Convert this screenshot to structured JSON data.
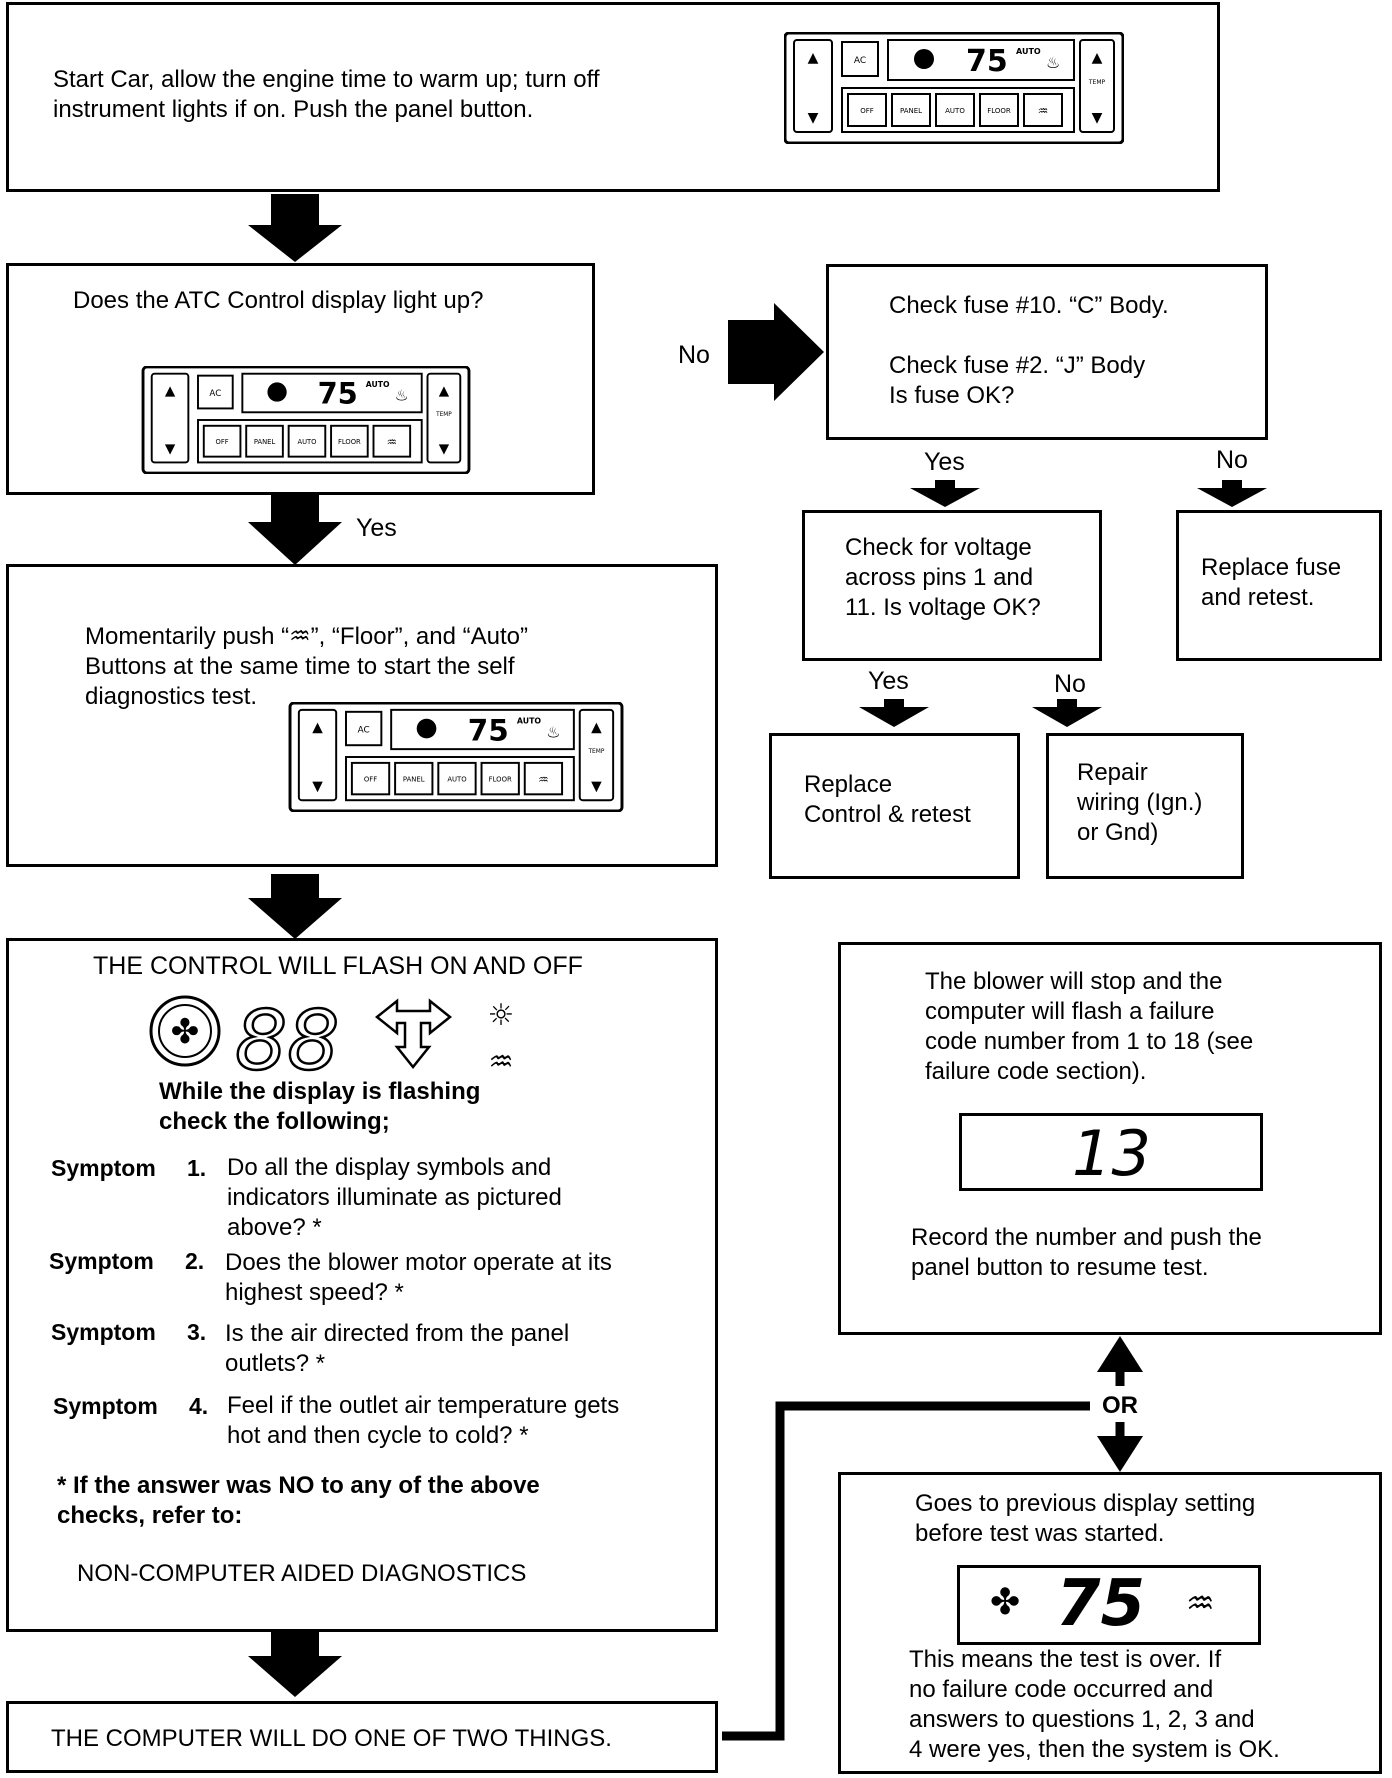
{
  "step1": {
    "text": "Start Car, allow the engine time to warm up; turn off\ninstrument lights if on. Push the panel button."
  },
  "step2": {
    "text": "Does the ATC Control display light up?"
  },
  "step3": {
    "text_pre": "Momentarily push “",
    "text_post": "”, “Floor”, and “Auto”\nButtons at the same time to start the self\ndiagnostics test."
  },
  "step4": {
    "title": "THE CONTROL WILL FLASH ON AND OFF",
    "subtitle": "While the display is flashing\ncheck the following;",
    "symptoms": [
      {
        "label": "Symptom",
        "num": "1.",
        "question": "Do all the display symbols and\nindicators illuminate as pictured\nabove? *"
      },
      {
        "label": "Symptom",
        "num": "2.",
        "question": "Does the blower motor operate at its\nhighest speed? *"
      },
      {
        "label": "Symptom",
        "num": "3.",
        "question": "Is the air directed from the panel\noutlets? *"
      },
      {
        "label": "Symptom",
        "num": "4.",
        "question": "Feel if the outlet air temperature gets\nhot and then cycle to cold? *"
      }
    ],
    "note": "* If the answer was NO to any of the above\n  checks, refer to:",
    "reference": "NON-COMPUTER AIDED DIAGNOSTICS",
    "display_digits": "88"
  },
  "step5": {
    "text": "THE COMPUTER WILL DO ONE OF TWO THINGS."
  },
  "fuse": {
    "text": "Check fuse #10. “C” Body.\n\nCheck fuse #2. “J” Body\nIs fuse OK?"
  },
  "voltage": {
    "text": "Check for voltage\nacross pins 1 and\n11. Is voltage OK?"
  },
  "replace_fuse": {
    "text": "Replace fuse\nand retest."
  },
  "replace_control": {
    "text": "Replace\nControl & retest"
  },
  "repair": {
    "text": "Repair\nwiring (Ign.)\nor Gnd)"
  },
  "blower": {
    "text": "The blower will stop and the\ncomputer will flash a failure\ncode number from 1 to 18 (see\nfailure code section).",
    "code": "13",
    "record": "Record the number and push the\npanel button to resume test."
  },
  "previous": {
    "text": "Goes to previous display setting\nbefore test was started.",
    "temp": "75",
    "done": "This means the test is over. If\nno failure code occurred and\nanswers to questions 1, 2, 3 and\n4 were yes, then the system is OK."
  },
  "labels": {
    "no": "No",
    "yes": "Yes",
    "or": "OR"
  },
  "control_panel": {
    "ac": "AC",
    "temp_display": "75",
    "auto": "AUTO",
    "temp_label": "TEMP",
    "buttons": [
      "OFF",
      "PANEL",
      "AUTO",
      "FLOOR",
      ""
    ]
  }
}
